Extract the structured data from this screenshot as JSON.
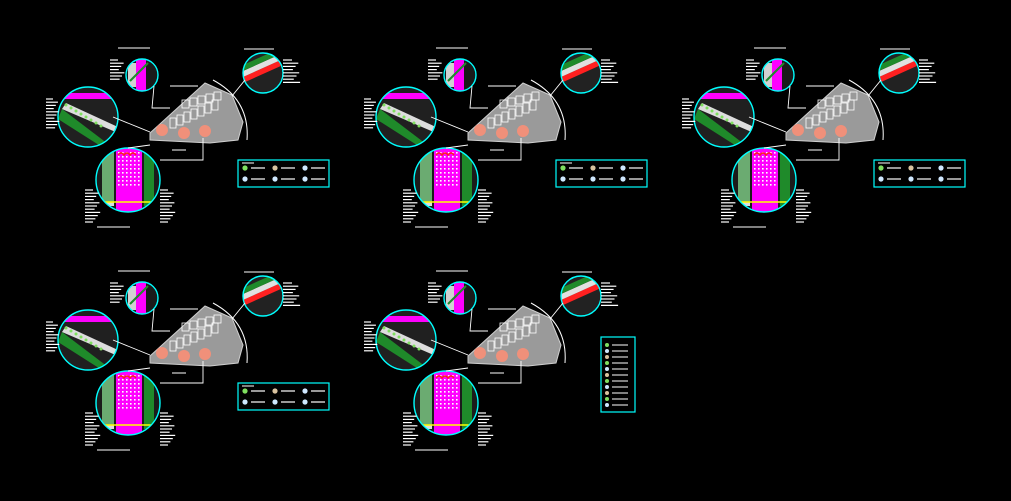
{
  "title": "",
  "palette": {
    "background": "#000000",
    "linework": "#ffffff",
    "cyan": "#00ffff",
    "magenta": "#ff00ff",
    "salmon": "#f0907a",
    "building_gray": "#9a9a9a",
    "green": "#1f8a2a",
    "yellow": "#ffff00",
    "red": "#ff2020"
  },
  "sheets": [
    {
      "id": "sheet-1",
      "legend_style": "horizontal",
      "variant": "a"
    },
    {
      "id": "sheet-2",
      "legend_style": "horizontal",
      "variant": "b"
    },
    {
      "id": "sheet-3",
      "legend_style": "horizontal",
      "variant": "c"
    },
    {
      "id": "sheet-4",
      "legend_style": "horizontal",
      "variant": "d"
    },
    {
      "id": "sheet-5",
      "legend_style": "vertical",
      "variant": "e"
    }
  ],
  "icons": [
    "tree-icon",
    "shrub-icon",
    "paving-icon",
    "lamp-icon"
  ]
}
